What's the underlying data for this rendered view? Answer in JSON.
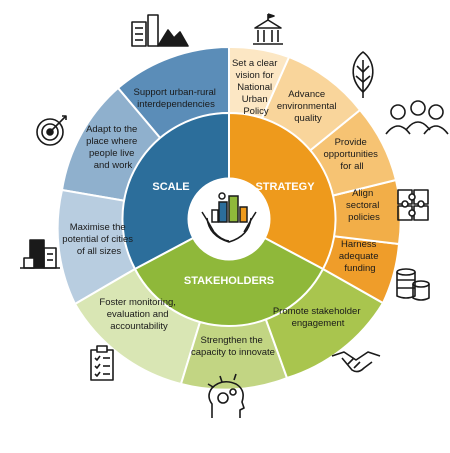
{
  "hub": {
    "scale": "SCALE",
    "strategy": "STRATEGY",
    "stakeholders": "STAKEHOLDERS"
  },
  "segments": {
    "rural": [
      "Support urban-rural",
      "interdependencies"
    ],
    "adapt": [
      "Adapt to the",
      "place where",
      "people live",
      "and work"
    ],
    "maximise": [
      "Maximise the",
      "potential of cities",
      "of all sizes"
    ],
    "vision": [
      "Set a clear",
      "vision for",
      "National",
      "Urban",
      "Policy"
    ],
    "environment": [
      "Advance",
      "environmental",
      "quality"
    ],
    "opportunities": [
      "Provide",
      "opportunities",
      "for all"
    ],
    "align": [
      "Align",
      "sectoral",
      "policies"
    ],
    "funding": [
      "Harness",
      "adequate",
      "funding"
    ],
    "engagement": [
      "Promote stakeholder",
      "engagement"
    ],
    "capacity": [
      "Strengthen the",
      "capacity to innovate"
    ],
    "monitoring": [
      "Foster monitoring,",
      "evaluation and",
      "accountability"
    ]
  },
  "colors": {
    "scale_inner": "#2c6e9b",
    "scale_a": "#5b8db8",
    "scale_b": "#8fb0cd",
    "scale_c": "#b8cde0",
    "strategy_inner": "#ee9a1c",
    "strategy_a": "#fce7c4",
    "strategy_b": "#f9d59b",
    "strategy_c": "#f6c373",
    "strategy_d": "#f2ae48",
    "strategy_e": "#ef9d2a",
    "stake_inner": "#8fb83a",
    "stake_a": "#a9c54e",
    "stake_b": "#c2d583",
    "stake_c": "#d9e6b4"
  },
  "icons": [
    "city-skyline-icon",
    "government-building-icon",
    "leaf-icon",
    "people-group-icon",
    "puzzle-icon",
    "coins-stack-icon",
    "handshake-icon",
    "head-gears-icon",
    "checklist-clipboard-icon",
    "buildings-icon",
    "target-icon",
    "hands-holding-city-icon"
  ]
}
